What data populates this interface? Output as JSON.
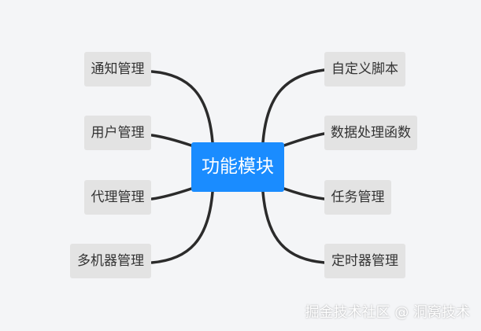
{
  "mindmap": {
    "center": "功能模块",
    "left": [
      "通知管理",
      "用户管理",
      "代理管理",
      "多机器管理"
    ],
    "right": [
      "自定义脚本",
      "数据处理函数",
      "任务管理",
      "定时器管理"
    ]
  },
  "watermark": "掘金技术社区 @ 洞窝技术",
  "colors": {
    "background": "#f4f5f7",
    "center_node": "#1a8cff",
    "branch_node": "#e3e3e3",
    "edge": "#2b2b2b"
  }
}
